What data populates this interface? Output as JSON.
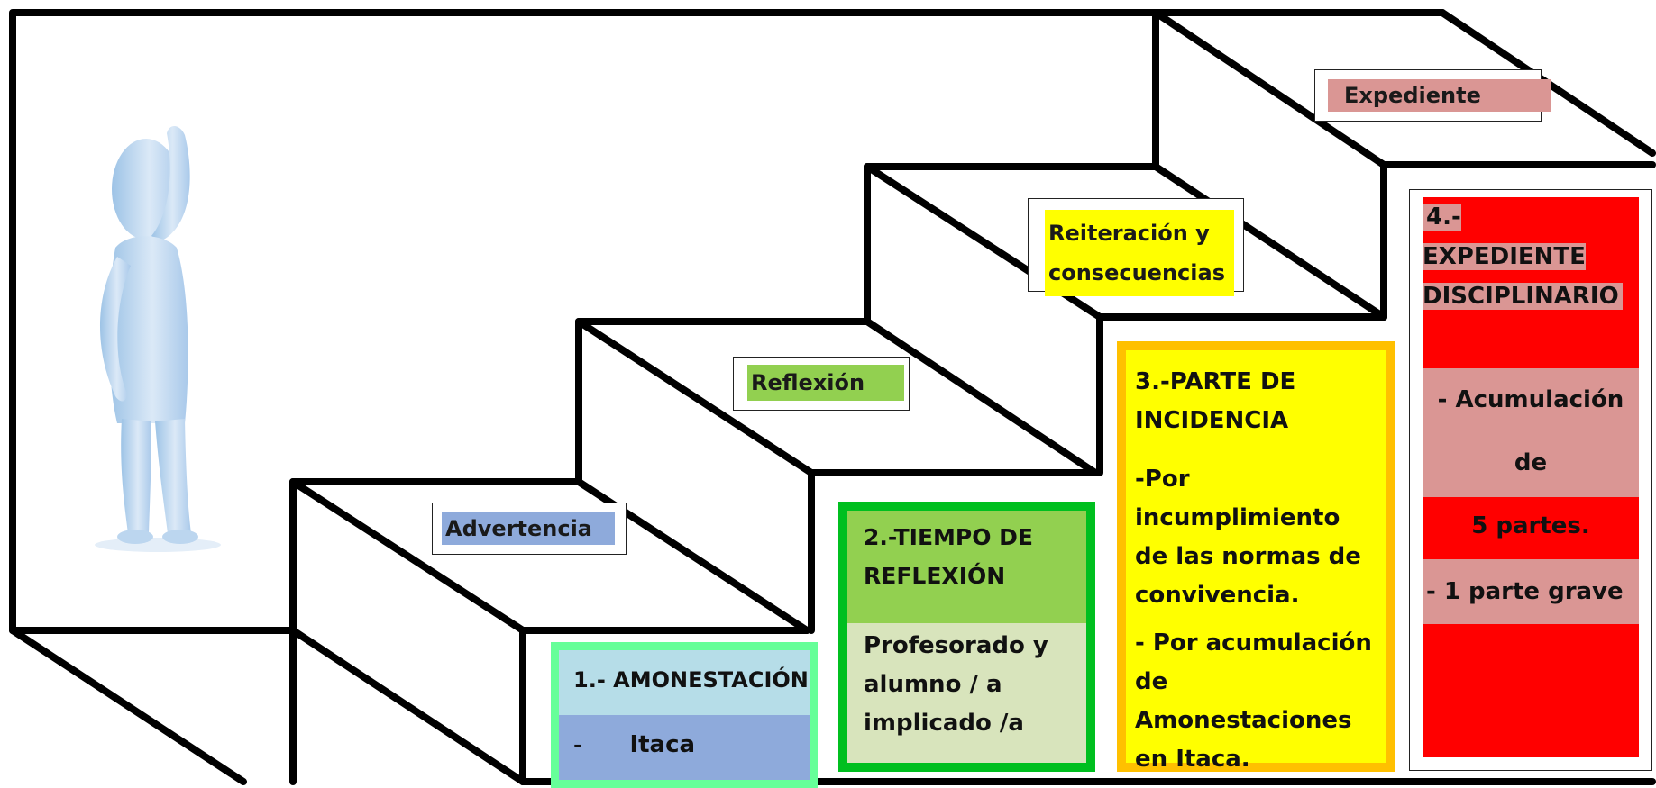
{
  "steps": [
    {
      "label": "Advertencia",
      "highlight": "#8eaadb"
    },
    {
      "label": "Reflexión",
      "highlight": "#92d050"
    },
    {
      "label": "Reiteración y consecuencias",
      "highlight": "#ffff00"
    },
    {
      "label": "Expediente",
      "highlight": "#da9694"
    }
  ],
  "cards": [
    {
      "title": "1.- AMONESTACIÓN",
      "bullet": "-",
      "detail": "Itaca",
      "colors": {
        "border": "#66ff99",
        "top": "#b6dde8",
        "bottom": "#8eaadb"
      }
    },
    {
      "title": "2.-TIEMPO DE REFLEXIÓN",
      "detail": "Profesorado y alumno / a implicado /a",
      "colors": {
        "border": "#00bf1f",
        "top": "#92d050",
        "bottom": "#d8e4bc"
      }
    },
    {
      "title": "3.-PARTE DE INCIDENCIA",
      "items": [
        "-Por incumplimiento de las normas de convivencia.",
        "- Por acumulación de Amonestaciones en Itaca."
      ],
      "colors": {
        "border": "#ffc000",
        "fill": "#ffff00"
      }
    },
    {
      "title": "4.- EXPEDIENTE DISCIPLINARIO",
      "items": [
        "- Acumulación de",
        "5 partes.",
        "- 1 parte grave"
      ],
      "colors": {
        "border": "#ffffff",
        "fill": "#ff0000",
        "band": "#da9694"
      }
    }
  ],
  "figure": {
    "icon": "thinking-person-icon",
    "color": "#bdd7ee"
  }
}
